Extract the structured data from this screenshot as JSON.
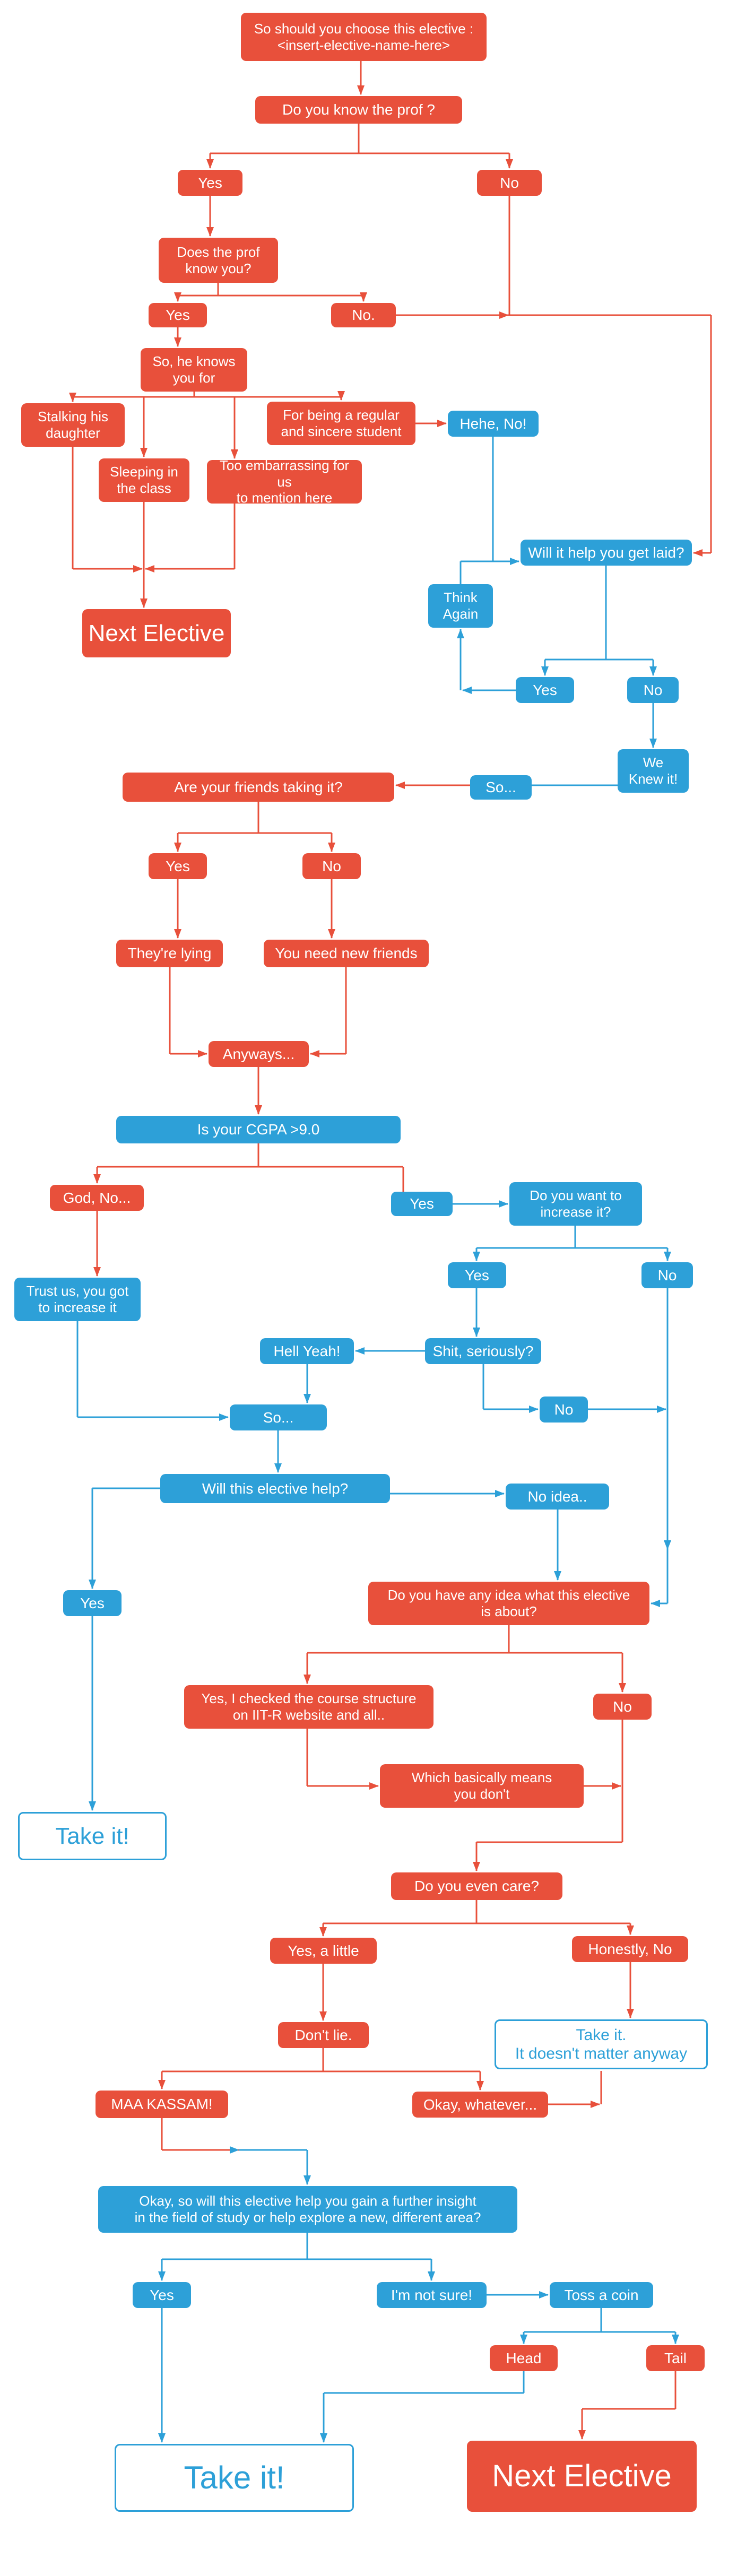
{
  "page": {
    "background": "#ffffff",
    "description": "Flowchart: So should you choose this elective"
  },
  "colors": {
    "red": "#e8503b",
    "blue": "#2da0d8",
    "outline_text": "#2da0d8",
    "line_red": "#e8503b",
    "line_blue": "#2da0d8"
  },
  "nodes": {
    "start": {
      "label": "So should you choose this elective :\n<insert-elective-name-here>"
    },
    "know_prof": {
      "label": "Do you know the prof ?"
    },
    "know_prof_yes": {
      "label": "Yes"
    },
    "know_prof_no": {
      "label": "No"
    },
    "does_prof_know_you": {
      "label": "Does the prof\nknow you?"
    },
    "prof_knows_yes": {
      "label": "Yes"
    },
    "prof_knows_no": {
      "label": "No."
    },
    "knows_you_for": {
      "label": "So, he knows\nyou for"
    },
    "stalking": {
      "label": "Stalking his\ndaughter"
    },
    "sincere": {
      "label": "For being a regular\nand sincere student"
    },
    "hehe_no": {
      "label": "Hehe, No!"
    },
    "sleeping": {
      "label": "Sleeping in\nthe class"
    },
    "embarrassing": {
      "label": "Too embarrassing for us\nto mention here"
    },
    "next_elective_top": {
      "label": "Next Elective"
    },
    "get_laid": {
      "label": "Will it help you get laid?"
    },
    "think_again": {
      "label": "Think\nAgain"
    },
    "get_laid_yes": {
      "label": "Yes"
    },
    "get_laid_no": {
      "label": "No"
    },
    "we_knew_it": {
      "label": "We\nKnew it!"
    },
    "so_1": {
      "label": "So..."
    },
    "friends_taking": {
      "label": "Are your friends taking it?"
    },
    "friends_yes": {
      "label": "Yes"
    },
    "friends_no": {
      "label": "No"
    },
    "theyre_lying": {
      "label": "They're lying"
    },
    "new_friends": {
      "label": "You need new friends"
    },
    "anyways": {
      "label": "Anyways..."
    },
    "cgpa_q": {
      "label": "Is your CGPA >9.0"
    },
    "god_no": {
      "label": "God, No..."
    },
    "cgpa_yes": {
      "label": "Yes"
    },
    "want_increase": {
      "label": "Do you want to\nincrease it?"
    },
    "trust_us": {
      "label": "Trust us, you got\nto increase it"
    },
    "increase_yes": {
      "label": "Yes"
    },
    "increase_no": {
      "label": "No"
    },
    "hell_yeah": {
      "label": "Hell Yeah!"
    },
    "shit_seriously": {
      "label": "Shit, seriously?"
    },
    "seriously_no": {
      "label": "No"
    },
    "so_2": {
      "label": "So..."
    },
    "elective_help": {
      "label": "Will this elective help?"
    },
    "no_idea": {
      "label": "No idea.."
    },
    "help_yes": {
      "label": "Yes"
    },
    "idea_about": {
      "label": "Do you have any idea what this elective\nis about?"
    },
    "checked_structure": {
      "label": "Yes, I checked the course structure\non IIT-R website and all.."
    },
    "idea_no": {
      "label": "No"
    },
    "means_dont": {
      "label": "Which basically means\nyou don't"
    },
    "take_it_left": {
      "label": "Take it!"
    },
    "even_care": {
      "label": "Do you even care?"
    },
    "care_little": {
      "label": "Yes, a little"
    },
    "honestly_no": {
      "label": "Honestly, No"
    },
    "dont_lie": {
      "label": "Don't lie."
    },
    "take_it_2": {
      "label": "Take it.\nIt doesn't matter anyway"
    },
    "maa_kassam": {
      "label": "MAA KASSAM!"
    },
    "okay_whatever": {
      "label": "Okay, whatever..."
    },
    "insight_q": {
      "label": "Okay, so will this elective help you gain a further insight\nin the field of study or help explore a new, different area?"
    },
    "insight_yes": {
      "label": "Yes"
    },
    "not_sure": {
      "label": "I'm not sure!"
    },
    "toss_coin": {
      "label": "Toss a coin"
    },
    "head": {
      "label": "Head"
    },
    "tail": {
      "label": "Tail"
    },
    "take_it_final": {
      "label": "Take it!"
    },
    "next_elective_final": {
      "label": "Next Elective"
    }
  }
}
